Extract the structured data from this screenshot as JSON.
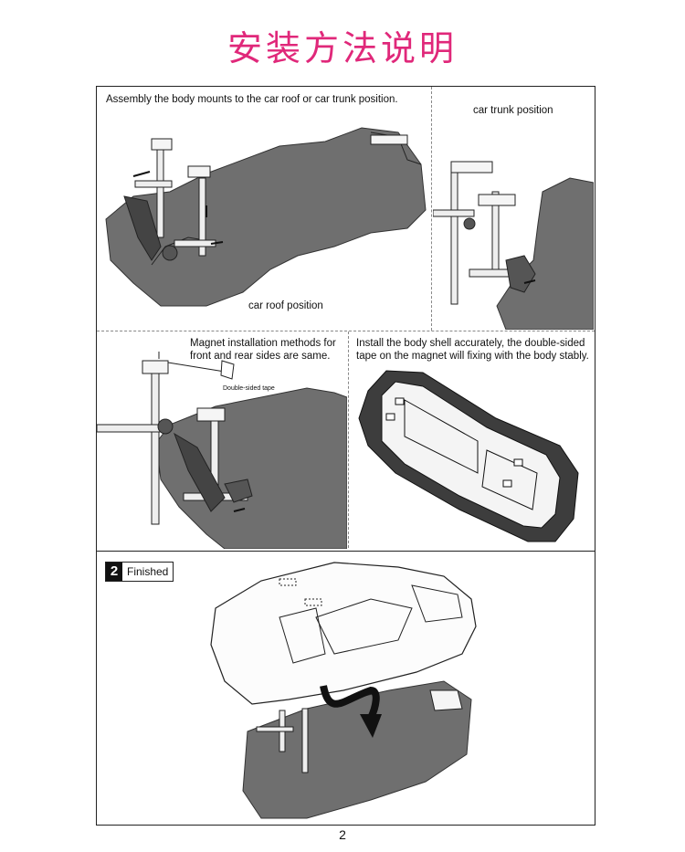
{
  "document": {
    "title": "安装方法说明",
    "page_number": "2",
    "title_color": "#e0287a"
  },
  "panels": {
    "top_left": {
      "caption": "Assembly the body mounts to the car roof or car trunk position.",
      "position_label": "car roof position"
    },
    "top_right": {
      "position_label": "car trunk position"
    },
    "middle_left": {
      "caption_line1": "Magnet installation methods for",
      "caption_line2": "front and rear sides are same.",
      "tape_label": "Double-sided tape"
    },
    "middle_right": {
      "caption_line1": "Install the body shell accurately, the double-sided",
      "caption_line2": "tape on the magnet will fixing with the body stably."
    },
    "bottom": {
      "step_number": "2",
      "step_label": "Finished"
    }
  },
  "colors": {
    "chassis_fill": "#6f6f6f",
    "line": "#222222",
    "dash": "#888888"
  }
}
